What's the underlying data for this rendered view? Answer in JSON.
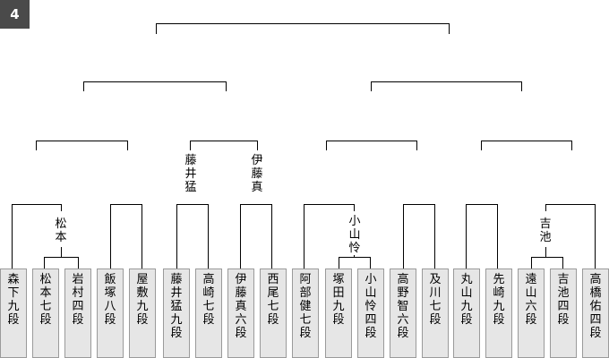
{
  "round_badge": "4",
  "players": [
    {
      "label": "森下九段"
    },
    {
      "label": "松本七段"
    },
    {
      "label": "岩村四段"
    },
    {
      "label": "飯塚八段"
    },
    {
      "label": "屋敷九段"
    },
    {
      "label": "藤井猛九段"
    },
    {
      "label": "高崎七段"
    },
    {
      "label": "伊藤真六段"
    },
    {
      "label": "西尾七段"
    },
    {
      "label": "阿部健七段"
    },
    {
      "label": "塚田九段"
    },
    {
      "label": "小山怜四段"
    },
    {
      "label": "高野智六段"
    },
    {
      "label": "及川七段"
    },
    {
      "label": "丸山九段"
    },
    {
      "label": "先崎九段"
    },
    {
      "label": "遠山六段"
    },
    {
      "label": "吉池四段"
    },
    {
      "label": "高橋佑四段"
    }
  ],
  "winners": [
    {
      "label": "松本"
    },
    {
      "label": "藤井猛"
    },
    {
      "label": "伊藤真"
    },
    {
      "label": "小山怜"
    },
    {
      "label": "吉池"
    }
  ]
}
